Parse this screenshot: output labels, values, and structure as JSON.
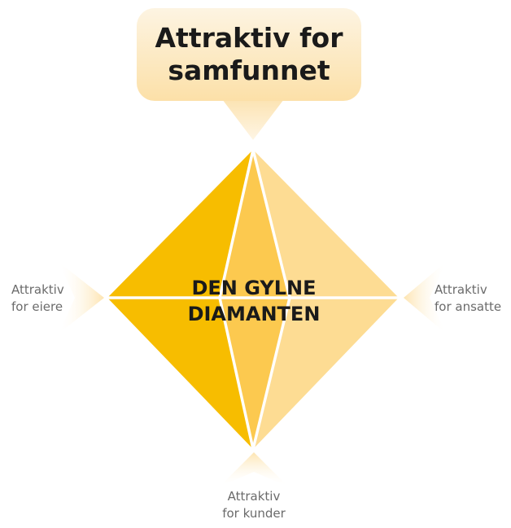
{
  "top_label": {
    "line1": "Attraktiv for",
    "line2": "samfunnet"
  },
  "center_title": {
    "line1": "DEN GYLNE",
    "line2": "DIAMANTEN"
  },
  "left_label": {
    "line1": "Attraktiv",
    "line2": "for eiere"
  },
  "right_label": {
    "line1": "Attraktiv",
    "line2": "for ansatte"
  },
  "bottom_label": {
    "line1": "Attraktiv",
    "line2": "for kunder"
  },
  "colors": {
    "diamond_left": "#f7bd00",
    "diamond_middle": "#fcc94f",
    "diamond_right": "#fddc93",
    "top_box_light": "#fdf3df",
    "top_box_dark": "#fce2ae",
    "arrow_light": "#fef3dc",
    "arrow_dark": "#fce1a6",
    "text_dark": "#1a1a1a",
    "text_grey": "#6b6b6b"
  }
}
